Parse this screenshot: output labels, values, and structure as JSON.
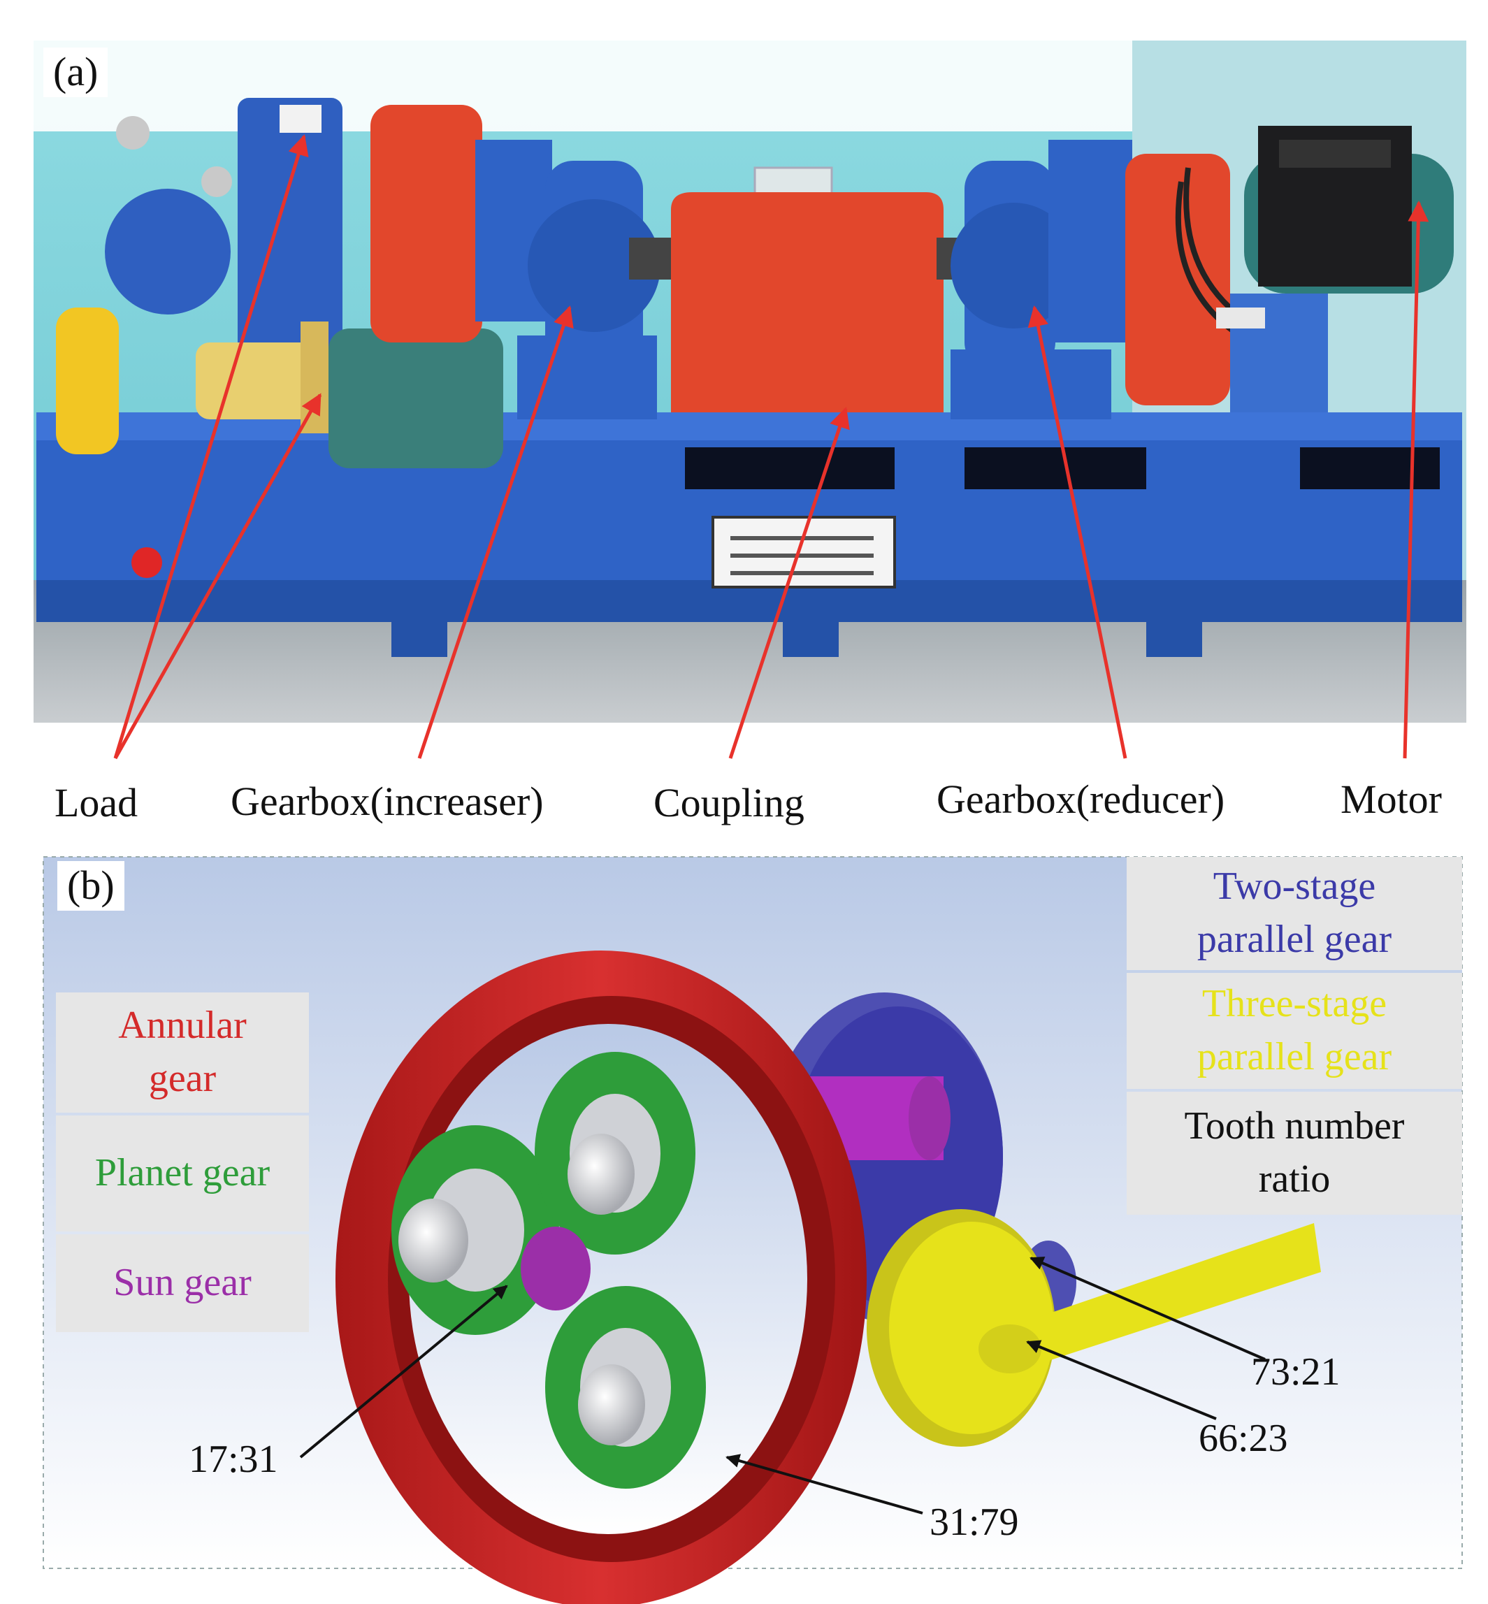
{
  "panel_a": {
    "label": "(a)",
    "callouts": {
      "load": "Load",
      "gearbox_increaser": "Gearbox(increaser)",
      "coupling": "Coupling",
      "gearbox_reducer": "Gearbox(reducer)",
      "motor": "Motor"
    },
    "colors": {
      "arrow": "#e8322b",
      "frame": "#2e62c8",
      "guard": "#e2472c",
      "wall": "#7fd0d8"
    }
  },
  "panel_b": {
    "label": "(b)",
    "legend_left": {
      "annular_gear": "Annular gear",
      "planet_gear": "Planet gear",
      "sun_gear": "Sun gear"
    },
    "legend_right": {
      "two_stage": "Two-stage parallel gear",
      "three_stage": "Three-stage parallel gear",
      "tooth_ratio": "Tooth number ratio"
    },
    "ratios": {
      "r1": "17:31",
      "r2": "31:79",
      "r3": "73:21",
      "r4": "66:23"
    },
    "colors": {
      "annular": "#d42a2a",
      "planet": "#2e9d3a",
      "sun": "#9b2fa8",
      "two_stage": "#3b3aa8",
      "three_stage": "#e6e21a",
      "tooth_ratio": "#111111"
    }
  }
}
